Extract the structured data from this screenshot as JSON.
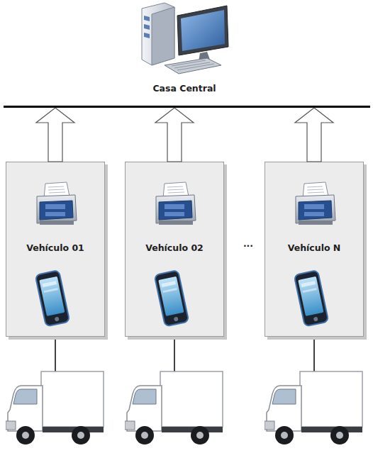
{
  "diagram": {
    "nodes": [
      {
        "text": [
          "Casa Central"
        ]
      },
      {
        "text": [
          "Vehículo 01"
        ]
      },
      {
        "text": [
          "Vehículo 02"
        ]
      },
      {
        "text": [
          "Vehículo N"
        ]
      }
    ],
    "edges": [
      {
        "from": 1,
        "to": 0,
        "arrow": "to"
      },
      {
        "from": 2,
        "to": 0,
        "arrow": "to"
      },
      {
        "from": 3,
        "to": 0,
        "arrow": "to"
      }
    ],
    "labels": [
      "..."
    ]
  }
}
